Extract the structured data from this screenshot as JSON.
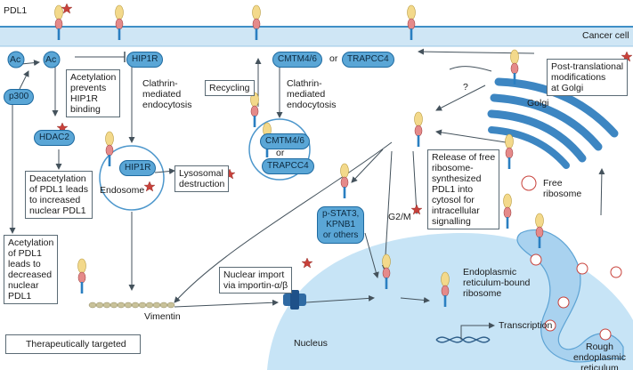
{
  "labels": {
    "pdl1": "PDL1",
    "ac_left": "Ac",
    "ac_right": "Ac",
    "p300": "p300",
    "hdac2": "HDAC2",
    "hip1r_membrane": "HIP1R",
    "hip1r_endosome": "HIP1R",
    "cmtm46_membrane": "CMTM4/6",
    "or_membrane": "or",
    "trapcc4_membrane": "TRAPCC4",
    "cmtm46_vesicle": "CMTM4/6",
    "or_vesicle": "or",
    "trapcc4_vesicle": "TRAPCC4",
    "cancer_cell": "Cancer cell",
    "question_mark": "?",
    "golgi": "Golgi",
    "endosome": "Endosome",
    "free_ribosome": "Free\nribosome",
    "pstat3": "p-STAT3,\nKPNB1\nor others",
    "g2m": "G2/M",
    "er_ribosome": "Endoplasmic\nreticulum-bound\nribosome",
    "vimentin": "Vimentin",
    "nucleus": "Nucleus",
    "transcription": "Transcription",
    "rough_er": "Rough\nendoplasmic\nreticulum",
    "recycling": "Recycling"
  },
  "boxes": {
    "acetylation_hip1r": "Acetylation\nprevents\nHIP1R\nbinding",
    "clathrin_1": "Clathrin-\nmediated\nendocytosis",
    "clathrin_2": "Clathrin-\nmediated\nendocytosis",
    "lysosomal": "Lysosomal\ndestruction",
    "deacetylation": "Deacetylation\nof PDL1 leads\nto increased\nnuclear PDL1",
    "acetylation_decreased": "Acetylation\nof PDL1\nleads to\ndecreased\nnuclear\nPDL1",
    "post_translational": "Post-translational\nmodifications\nat Golgi",
    "release_free": "Release of free\nribosome-\nsynthesized\nPDL1 into\ncytosol for\nintracellular\nsignalling",
    "nuclear_import": "Nuclear import\nvia importin-α/β"
  },
  "legend": {
    "text": "Therapeutically targeted"
  },
  "colors": {
    "membrane": "#cfe6f5",
    "membrane_edge": "#3f8fc6",
    "nucleus": "#c7e4f6",
    "golgi": "#3d86c2",
    "er": "#a9d2ef",
    "pdl1_head": "#f3d98b",
    "pdl1_mid": "#e58a8a",
    "pdl1_tail": "#2a7fc1",
    "star": "#c8413a",
    "vimentin": "#c9c29a"
  }
}
